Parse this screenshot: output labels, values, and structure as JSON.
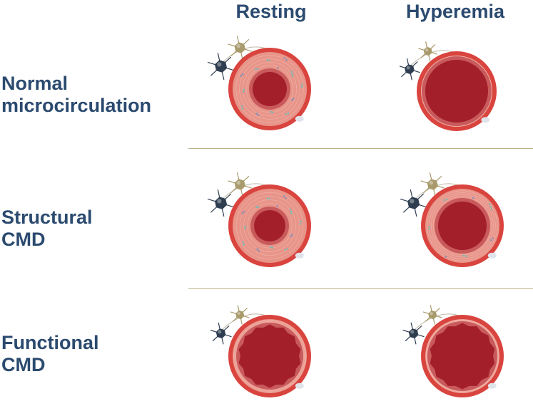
{
  "columns": {
    "resting": "Resting",
    "hyperemia": "Hyperemia"
  },
  "rows": [
    {
      "label_line1": "Normal",
      "label_line2": "microcirculation"
    },
    {
      "label_line1": "Structural",
      "label_line2": "CMD"
    },
    {
      "label_line1": "Functional",
      "label_line2": "CMD"
    }
  ],
  "colors": {
    "text": "#2b4a6f",
    "outer_wall": "#d9443e",
    "media": "#e8958a",
    "lumen": "#a31f2a",
    "divider": "#b9b48a",
    "neuron_dark": "#2e3e50",
    "neuron_tan": "#a89a6a"
  }
}
